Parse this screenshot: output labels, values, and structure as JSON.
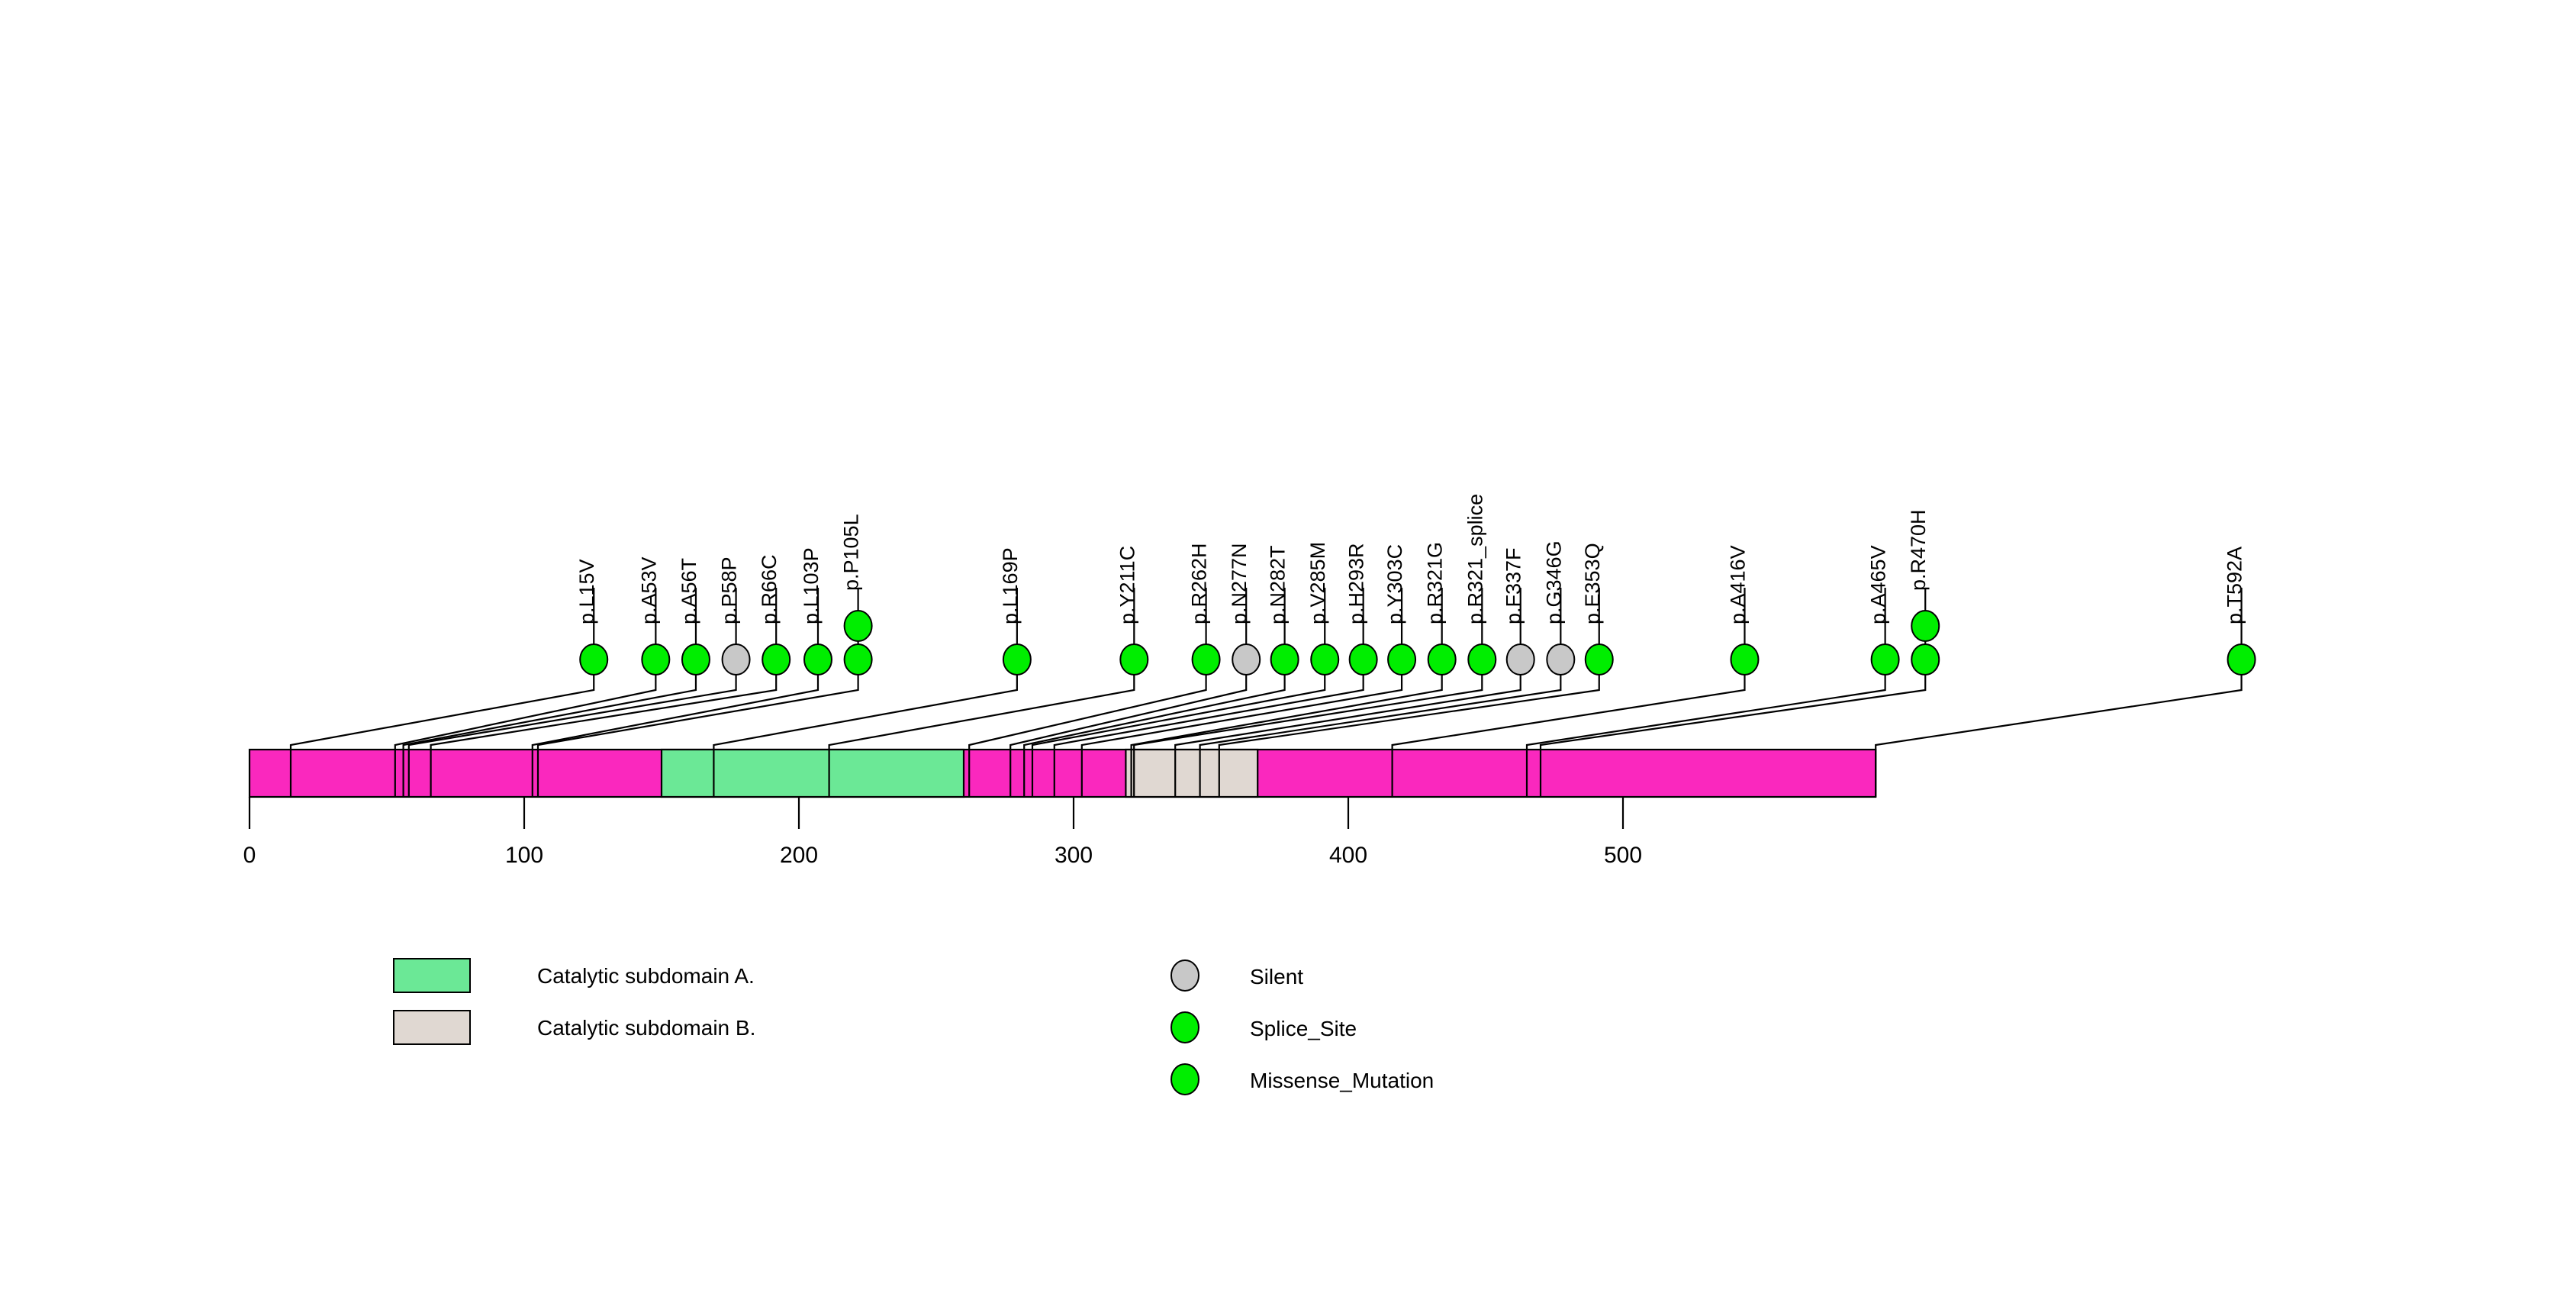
{
  "chart_data": {
    "type": "lollipop",
    "title": "",
    "xlabel": "",
    "ylabel": "",
    "axis": {
      "ticks": [
        0,
        100,
        200,
        300,
        400,
        500
      ],
      "tick_labels": [
        "0",
        "100",
        "200",
        "300",
        "400",
        "500"
      ],
      "xlim": [
        0,
        592
      ],
      "grid": false
    },
    "protein": {
      "length": 592,
      "backbone_color": "#FA28BE",
      "domains": [
        {
          "name": "Catalytic subdomain A.",
          "start": 150,
          "end": 260,
          "color": "#6BE896"
        },
        {
          "name": "Catalytic subdomain B.",
          "start": 319,
          "end": 367,
          "color": "#E0D8D2"
        }
      ]
    },
    "mutations": [
      {
        "label": "p.L15V",
        "position": 15,
        "count": 1,
        "type": "Missense_Mutation",
        "color": "#00EE00"
      },
      {
        "label": "p.A53V",
        "position": 53,
        "count": 1,
        "type": "Missense_Mutation",
        "color": "#00EE00"
      },
      {
        "label": "p.A56T",
        "position": 56,
        "count": 1,
        "type": "Missense_Mutation",
        "color": "#00EE00"
      },
      {
        "label": "p.P58P",
        "position": 58,
        "count": 1,
        "type": "Silent",
        "color": "#C8C8C8"
      },
      {
        "label": "p.R66C",
        "position": 66,
        "count": 1,
        "type": "Missense_Mutation",
        "color": "#00EE00"
      },
      {
        "label": "p.L103P",
        "position": 103,
        "count": 1,
        "type": "Missense_Mutation",
        "color": "#00EE00"
      },
      {
        "label": "p.P105L",
        "position": 105,
        "count": 2,
        "type": "Missense_Mutation",
        "color": "#00EE00"
      },
      {
        "label": "p.L169P",
        "position": 169,
        "count": 1,
        "type": "Missense_Mutation",
        "color": "#00EE00"
      },
      {
        "label": "p.Y211C",
        "position": 211,
        "count": 1,
        "type": "Missense_Mutation",
        "color": "#00EE00"
      },
      {
        "label": "p.R262H",
        "position": 262,
        "count": 1,
        "type": "Missense_Mutation",
        "color": "#00EE00"
      },
      {
        "label": "p.N277N",
        "position": 277,
        "count": 1,
        "type": "Silent",
        "color": "#C8C8C8"
      },
      {
        "label": "p.N282T",
        "position": 282,
        "count": 1,
        "type": "Missense_Mutation",
        "color": "#00EE00"
      },
      {
        "label": "p.V285M",
        "position": 285,
        "count": 1,
        "type": "Missense_Mutation",
        "color": "#00EE00"
      },
      {
        "label": "p.H293R",
        "position": 293,
        "count": 1,
        "type": "Missense_Mutation",
        "color": "#00EE00"
      },
      {
        "label": "p.Y303C",
        "position": 303,
        "count": 1,
        "type": "Missense_Mutation",
        "color": "#00EE00"
      },
      {
        "label": "p.R321G",
        "position": 321,
        "count": 1,
        "type": "Missense_Mutation",
        "color": "#00EE00"
      },
      {
        "label": "p.R321_splice",
        "position": 322,
        "count": 1,
        "type": "Splice_Site",
        "color": "#00EE00"
      },
      {
        "label": "p.F337F",
        "position": 337,
        "count": 1,
        "type": "Silent",
        "color": "#C8C8C8"
      },
      {
        "label": "p.G346G",
        "position": 346,
        "count": 1,
        "type": "Silent",
        "color": "#C8C8C8"
      },
      {
        "label": "p.E353Q",
        "position": 353,
        "count": 1,
        "type": "Missense_Mutation",
        "color": "#00EE00"
      },
      {
        "label": "p.A416V",
        "position": 416,
        "count": 1,
        "type": "Missense_Mutation",
        "color": "#00EE00"
      },
      {
        "label": "p.A465V",
        "position": 465,
        "count": 1,
        "type": "Missense_Mutation",
        "color": "#00EE00"
      },
      {
        "label": "p.R470H",
        "position": 470,
        "count": 2,
        "type": "Missense_Mutation",
        "color": "#00EE00"
      },
      {
        "label": "p.T592A",
        "position": 592,
        "count": 1,
        "type": "Missense_Mutation",
        "color": "#00EE00"
      }
    ]
  },
  "legend": {
    "domains": [
      {
        "label": "Catalytic subdomain A.",
        "color": "#6BE896"
      },
      {
        "label": "Catalytic subdomain B.",
        "color": "#E0D8D2"
      }
    ],
    "variants": [
      {
        "label": "Silent",
        "color": "#C8C8C8"
      },
      {
        "label": "Splice_Site",
        "color": "#00EE00"
      },
      {
        "label": "Missense_Mutation",
        "color": "#00EE00"
      }
    ]
  }
}
